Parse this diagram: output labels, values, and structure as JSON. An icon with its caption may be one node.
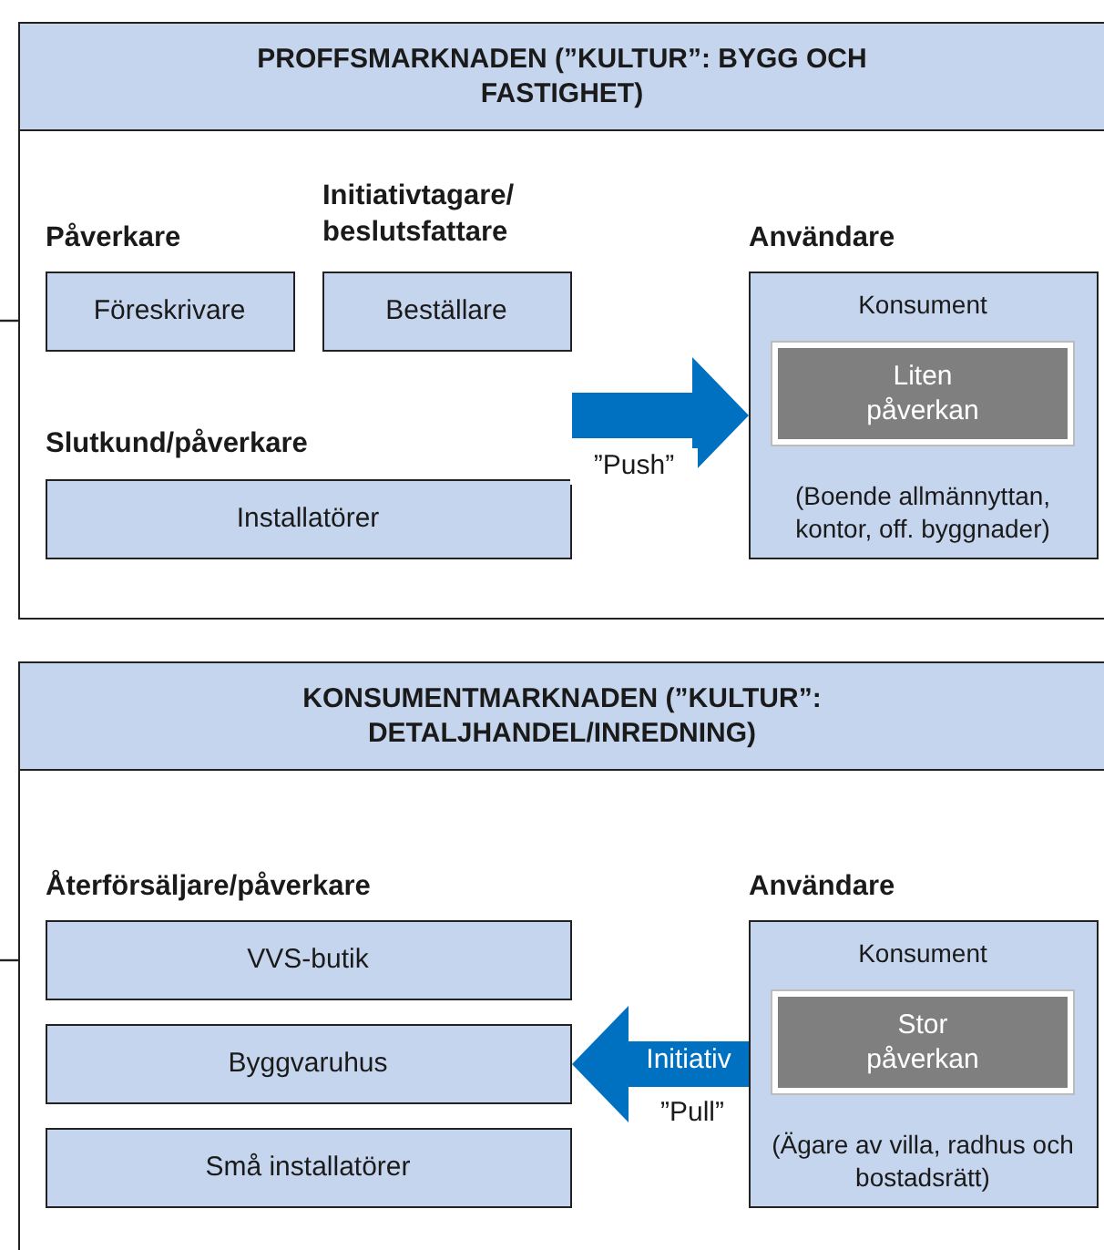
{
  "diagram": {
    "nodes": [
      {
        "text": [
          "PROFFSMARKNADEN (”KULTUR”: BYGG OCH FASTIGHET)"
        ]
      },
      {
        "text": [
          "Föreskrivare"
        ],
        "in": 0
      },
      {
        "text": [
          "Beställare"
        ],
        "in": 0
      },
      {
        "text": [
          "Installatörer"
        ],
        "in": 0
      },
      {
        "text": [
          "Konsument",
          "(Boende allmännyttan, kontor, off. byggnader)"
        ],
        "in": 0
      },
      {
        "text": [
          "Liten påverkan"
        ],
        "in": 4
      },
      {
        "text": [
          "KONSUMENTMARKNADEN (”KULTUR”: DETALJHANDEL/INREDNING)"
        ]
      },
      {
        "text": [
          "VVS-butik"
        ],
        "in": 6
      },
      {
        "text": [
          "Byggvaruhus"
        ],
        "in": 6
      },
      {
        "text": [
          "Små installatörer"
        ],
        "in": 6
      },
      {
        "text": [
          "Konsument",
          "(Ägare av villa, radhus och bostadsrätt)"
        ],
        "in": 6
      },
      {
        "text": [
          "Stor påverkan"
        ],
        "in": 10
      }
    ],
    "edges": [
      {
        "from": null,
        "to": 4,
        "arrow": "to",
        "label": "”Push”",
        "style": "thick",
        "color": "#0070c0"
      },
      {
        "from": 10,
        "to": 8,
        "arrow": "to",
        "label": "Initiativ",
        "style": "thick",
        "color": "#0070c0"
      }
    ],
    "labels": [
      "Initiativtagare/ beslutsfattare",
      "Påverkare",
      "Användare",
      "Slutkund/påverkare",
      "Återförsäljare/påverkare",
      "Användare",
      "”Pull”"
    ]
  }
}
